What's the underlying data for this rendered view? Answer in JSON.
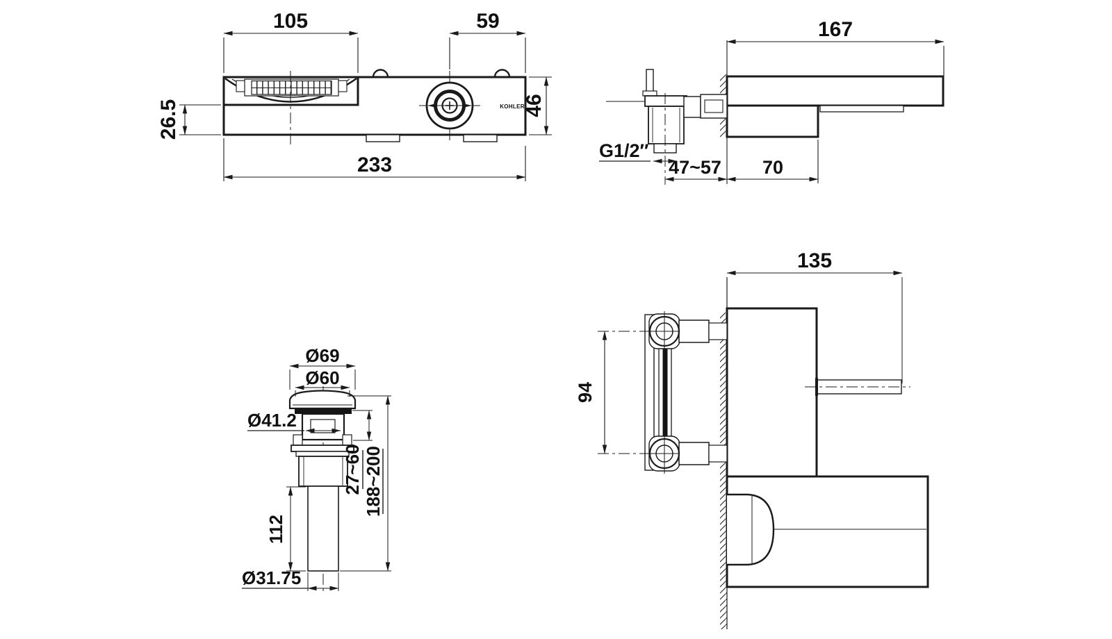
{
  "sheet": {
    "background": "#ffffff",
    "line_color": "#1a1a1a",
    "description": "Faucet technical dimension drawing, four orthographic views"
  },
  "front_view": {
    "logo": "KOHLER",
    "dims": {
      "spout_width": "105",
      "handle_to_edge": "59",
      "lip_height": "26.5",
      "body_height": "46",
      "total_length": "233"
    }
  },
  "side_view": {
    "dims": {
      "total_depth": "167",
      "thread_label": "G1/2″",
      "wall_to_valve": "47~57",
      "base_depth": "70"
    }
  },
  "drain_view": {
    "dims": {
      "cap_outer_dia": "Ø69",
      "cap_inner_dia": "Ø60",
      "body_dia": "Ø41.2",
      "deck_range": "27~60",
      "total_height": "188~200",
      "tail_length": "112",
      "tail_dia": "Ø31.75"
    }
  },
  "back_view": {
    "dims": {
      "body_depth": "135",
      "port_spacing": "94"
    }
  }
}
